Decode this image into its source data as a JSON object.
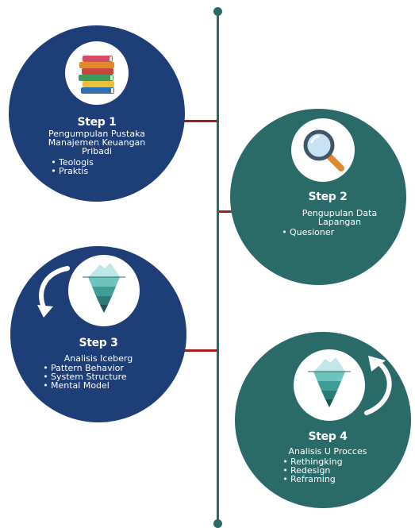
{
  "colors": {
    "navy": "#1d3e76",
    "teal": "#2a6b6a",
    "red": "#a61e1a"
  },
  "steps": [
    {
      "title": "Step 1",
      "description": [
        "Pengumpulan Pustaka",
        "Manajemen Keuangan",
        "Pribadi"
      ],
      "items": [
        "Teologis",
        "Praktis"
      ],
      "icon": "books-icon"
    },
    {
      "title": "Step 2",
      "description": [
        "Pengupulan Data",
        "Lapangan"
      ],
      "items": [
        "Quesioner"
      ],
      "icon": "magnifier-icon"
    },
    {
      "title": "Step 3",
      "description": [
        "Analisis Iceberg"
      ],
      "items": [
        "Pattern Behavior",
        "System Structure",
        "Mental Model"
      ],
      "icon": "iceberg-icon"
    },
    {
      "title": "Step 4",
      "description": [
        "Analisis U Procces"
      ],
      "items": [
        "Rethingking",
        "Redesign",
        "Reframing"
      ],
      "icon": "iceberg-icon"
    }
  ]
}
